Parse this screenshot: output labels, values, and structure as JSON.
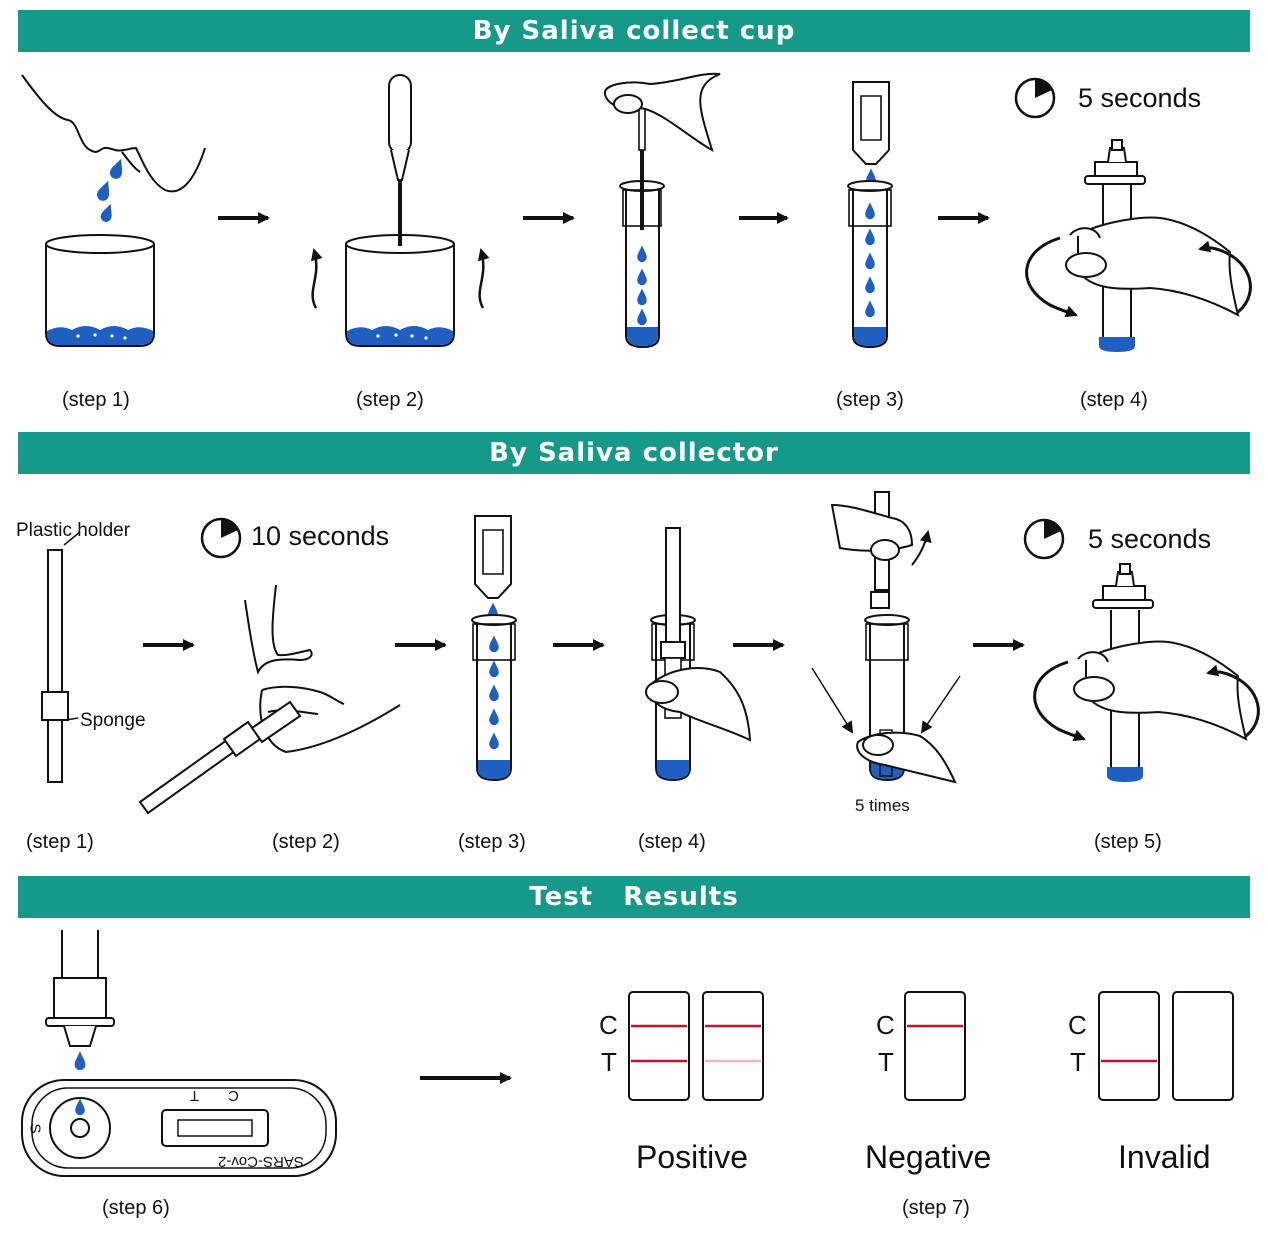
{
  "banners": {
    "cup": "By Saliva collect cup",
    "collector": "By Saliva collector",
    "results": "Test   Results"
  },
  "cup_section": {
    "captions": [
      "(step 1)",
      "(step 2)",
      "(step 3)",
      "(step 4)"
    ],
    "timer_text": "5 seconds"
  },
  "collector_section": {
    "captions": [
      "(step 1)",
      "(step 2)",
      "(step 3)",
      "(step 4)",
      "(step 5)"
    ],
    "plastic_holder_label": "Plastic holder",
    "sponge_label": "Sponge",
    "timer_10_text": "10 seconds",
    "timer_5_text": "5 seconds",
    "repeat_text": "5 times"
  },
  "results_section": {
    "step6_caption": "(step 6)",
    "step7_caption": "(step 7)",
    "cassette_label": "SARS-Cov-2",
    "cassette_s": "S",
    "cassette_t": "T",
    "cassette_c": "C",
    "line_c": "C",
    "line_t": "T",
    "positive_label": "Positive",
    "negative_label": "Negative",
    "invalid_label": "Invalid"
  },
  "colors": {
    "banner": "#17998a",
    "liquid": "#1f5fbf",
    "result_line": "#c8102e"
  }
}
